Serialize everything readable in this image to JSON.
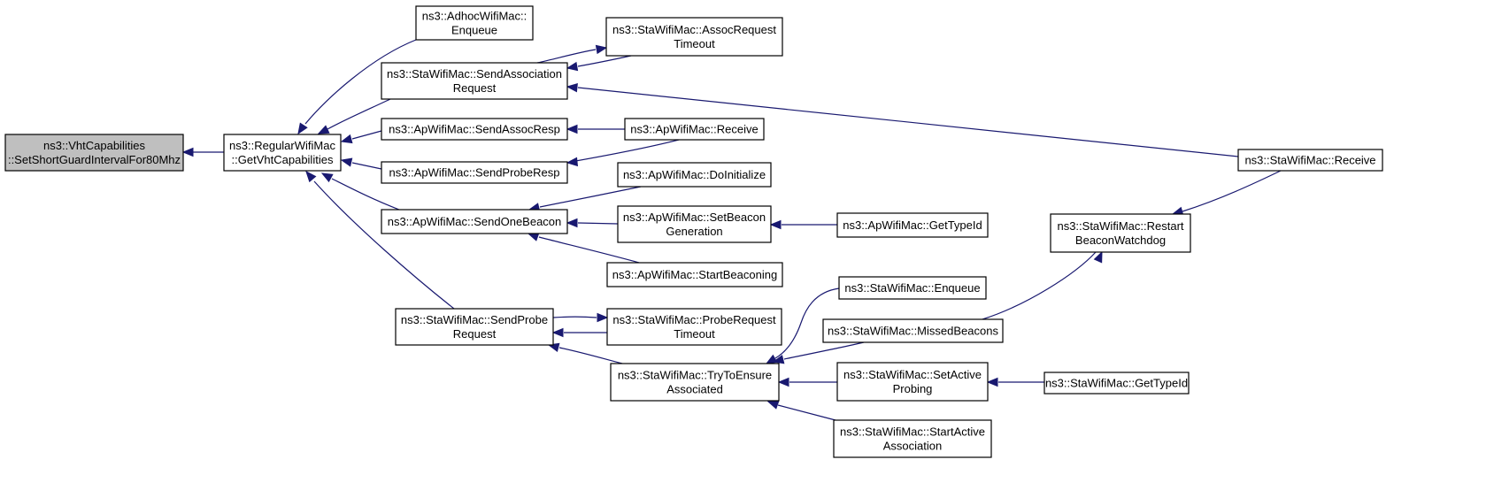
{
  "graph": {
    "nodes": [
      {
        "id": "n0",
        "lines": [
          "ns3::VhtCapabilities",
          "::SetShortGuardIntervalFor80Mhz"
        ],
        "highlight": true
      },
      {
        "id": "n1",
        "lines": [
          "ns3::RegularWifiMac",
          "::GetVhtCapabilities"
        ]
      },
      {
        "id": "n2",
        "lines": [
          "ns3::AdhocWifiMac::",
          "Enqueue"
        ]
      },
      {
        "id": "n3",
        "lines": [
          "ns3::StaWifiMac::SendAssociation",
          "Request"
        ]
      },
      {
        "id": "n4",
        "lines": [
          "ns3::ApWifiMac::SendAssocResp"
        ]
      },
      {
        "id": "n5",
        "lines": [
          "ns3::ApWifiMac::SendProbeResp"
        ]
      },
      {
        "id": "n6",
        "lines": [
          "ns3::ApWifiMac::SendOneBeacon"
        ]
      },
      {
        "id": "n7",
        "lines": [
          "ns3::StaWifiMac::SendProbe",
          "Request"
        ]
      },
      {
        "id": "n8",
        "lines": [
          "ns3::StaWifiMac::AssocRequest",
          "Timeout"
        ]
      },
      {
        "id": "n9",
        "lines": [
          "ns3::StaWifiMac::Receive"
        ]
      },
      {
        "id": "n10",
        "lines": [
          "ns3::ApWifiMac::Receive"
        ]
      },
      {
        "id": "n11",
        "lines": [
          "ns3::ApWifiMac::DoInitialize"
        ]
      },
      {
        "id": "n12",
        "lines": [
          "ns3::ApWifiMac::SetBeacon",
          "Generation"
        ]
      },
      {
        "id": "n13",
        "lines": [
          "ns3::ApWifiMac::StartBeaconing"
        ]
      },
      {
        "id": "n14",
        "lines": [
          "ns3::ApWifiMac::GetTypeId"
        ]
      },
      {
        "id": "n15",
        "lines": [
          "ns3::StaWifiMac::ProbeRequest",
          "Timeout"
        ]
      },
      {
        "id": "n16",
        "lines": [
          "ns3::StaWifiMac::TryToEnsure",
          "Associated"
        ]
      },
      {
        "id": "n17",
        "lines": [
          "ns3::StaWifiMac::Restart",
          "BeaconWatchdog"
        ]
      },
      {
        "id": "n18",
        "lines": [
          "ns3::StaWifiMac::Enqueue"
        ]
      },
      {
        "id": "n19",
        "lines": [
          "ns3::StaWifiMac::MissedBeacons"
        ]
      },
      {
        "id": "n20",
        "lines": [
          "ns3::StaWifiMac::SetActive",
          "Probing"
        ]
      },
      {
        "id": "n21",
        "lines": [
          "ns3::StaWifiMac::StartActive",
          "Association"
        ]
      },
      {
        "id": "n22",
        "lines": [
          "ns3::StaWifiMac::GetTypeId"
        ]
      }
    ],
    "edges": [
      {
        "from": "n1",
        "to": "n0"
      },
      {
        "from": "n2",
        "to": "n1"
      },
      {
        "from": "n3",
        "to": "n1"
      },
      {
        "from": "n4",
        "to": "n1"
      },
      {
        "from": "n5",
        "to": "n1"
      },
      {
        "from": "n6",
        "to": "n1"
      },
      {
        "from": "n7",
        "to": "n1"
      },
      {
        "from": "n8",
        "to": "n3"
      },
      {
        "from": "n9",
        "to": "n3"
      },
      {
        "from": "n10",
        "to": "n4"
      },
      {
        "from": "n10",
        "to": "n5"
      },
      {
        "from": "n11",
        "to": "n6"
      },
      {
        "from": "n12",
        "to": "n6"
      },
      {
        "from": "n13",
        "to": "n6"
      },
      {
        "from": "n14",
        "to": "n12"
      },
      {
        "from": "n15",
        "to": "n7"
      },
      {
        "from": "n16",
        "to": "n7"
      },
      {
        "from": "n7",
        "to": "n15"
      },
      {
        "from": "n3",
        "to": "n8"
      },
      {
        "from": "n17",
        "to": "n9"
      },
      {
        "from": "n18",
        "to": "n16"
      },
      {
        "from": "n19",
        "to": "n16"
      },
      {
        "from": "n20",
        "to": "n16"
      },
      {
        "from": "n21",
        "to": "n16"
      },
      {
        "from": "n19",
        "to": "n17"
      },
      {
        "from": "n22",
        "to": "n20"
      }
    ],
    "colors": {
      "edge": "#191970",
      "highlight_fill": "#bfbfbf"
    }
  }
}
